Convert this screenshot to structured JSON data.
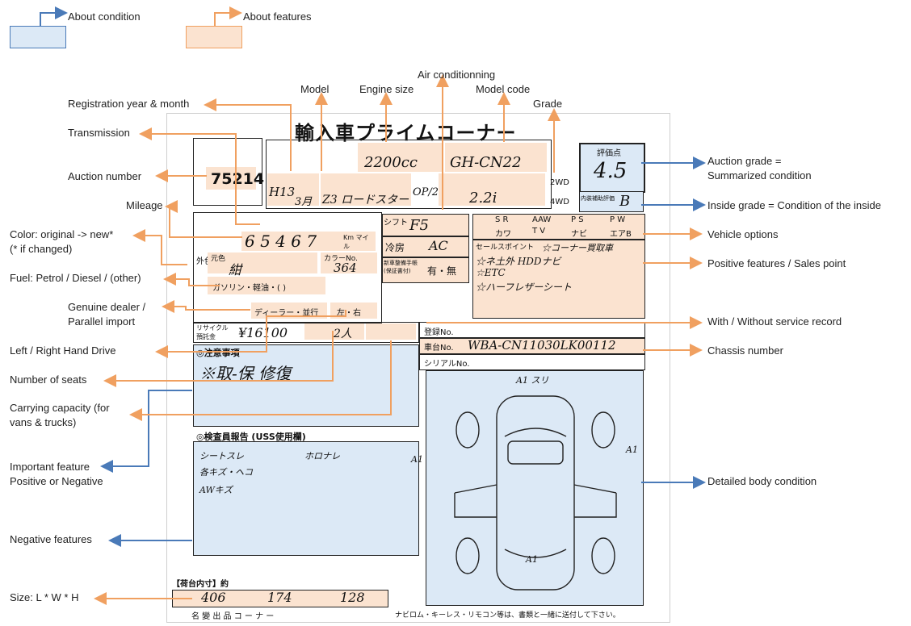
{
  "legend": {
    "condition": "About condition",
    "features": "About features"
  },
  "colors": {
    "condition": "#4a7ab8",
    "features": "#f0a060",
    "condition_fill": "#dce9f6",
    "features_fill": "#fbe3d0"
  },
  "labels": {
    "air_conditioning": "Air conditionning",
    "model": "Model",
    "engine_size": "Engine size",
    "model_code": "Model code",
    "grade": "Grade",
    "registration": "Registration year & month",
    "transmission": "Transmission",
    "auction_number": "Auction number",
    "mileage": "Mileage",
    "color_1": "Color: original -> new*",
    "color_2": "(* if changed)",
    "fuel": "Fuel: Petrol / Diesel / (other)",
    "dealer_1": "Genuine dealer /",
    "dealer_2": "Parallel import",
    "drive": "Left / Right Hand Drive",
    "seats": "Number of seats",
    "carrying_1": "Carrying capacity (for",
    "carrying_2": "vans & trucks)",
    "important_1": "Important feature",
    "important_2": "Positive or Negative",
    "negative": "Negative features",
    "size": "Size: L * W * H",
    "auction_grade_1": "Auction grade =",
    "auction_grade_2": "Summarized condition",
    "inside_grade": "Inside grade = Condition of the inside",
    "vehicle_options": "Vehicle options",
    "positive": "Positive features / Sales point",
    "service_record": "With / Without service record",
    "chassis": "Chassis number",
    "body": "Detailed body condition"
  },
  "sheet": {
    "title": "輸入車プライムコーナー",
    "auction_no": "75214",
    "engine": "2200cc",
    "model_code": "GH-CN22",
    "grade_hand": "2.2i",
    "reg_year": "H13",
    "reg_month": "3月",
    "model_name": "Z3 ロードスター",
    "doors": "OP/2",
    "drive_2wd": "2WD",
    "drive_4wd": "4WD",
    "score_label": "評価点",
    "score": "4.5",
    "inside_label": "内装補助評価",
    "inside": "B",
    "shift": "シフト",
    "shift_val": "F5",
    "ac": "冷房",
    "ac_val": "AC",
    "mileage": "6 5 4 6 7",
    "mileage_unit": "Km マイル",
    "color_label": "外色",
    "color_orig": "元色",
    "color_val": "紺",
    "color_no_label": "カラーNo.",
    "color_no": "364",
    "fuel": "ガソリン・軽油・(    )",
    "dealer": "ディーラー・並行",
    "handle": "左・右",
    "recycle_label": "リサイクル預託金",
    "recycle": "¥16100",
    "seats": "2人",
    "options_row1": [
      "S R",
      "AAW",
      "P S",
      "P W"
    ],
    "options_row2": [
      "カワ",
      "T V",
      "ナビ",
      "エアB"
    ],
    "sales_label": "セールスポイント",
    "sales_points": [
      "☆コーナー買取車",
      "☆ネ土外 HDDナビ",
      "☆ETC",
      "☆ハーフレザーシート"
    ],
    "service_label": "新車整備手帳(保証書付)",
    "service_val": "有・無",
    "reg_no": "登録No.",
    "chassis_label": "車台No.",
    "chassis": "WBA-CN11030LK00112",
    "serial": "シリアルNo.",
    "notes_label": "◎注意事項",
    "notes": "※取-保 修復",
    "inspector_label": "◎検査員報告 (USS使用欄)",
    "inspector_notes": [
      "シートスレ",
      "ホロナレ",
      "各キズ・ヘコ",
      "AWキズ"
    ],
    "body_marks": [
      "A1 スリ",
      "A1",
      "A1",
      "A1"
    ],
    "size_label": "【荷台内寸】約",
    "length": "406",
    "width": "174",
    "height": "128",
    "footer": "名 變 出 品 コ ー ナ ー",
    "footer_note": "ナビロム・キーレス・リモコン等は、書類と一緒に送付して下さい。"
  }
}
